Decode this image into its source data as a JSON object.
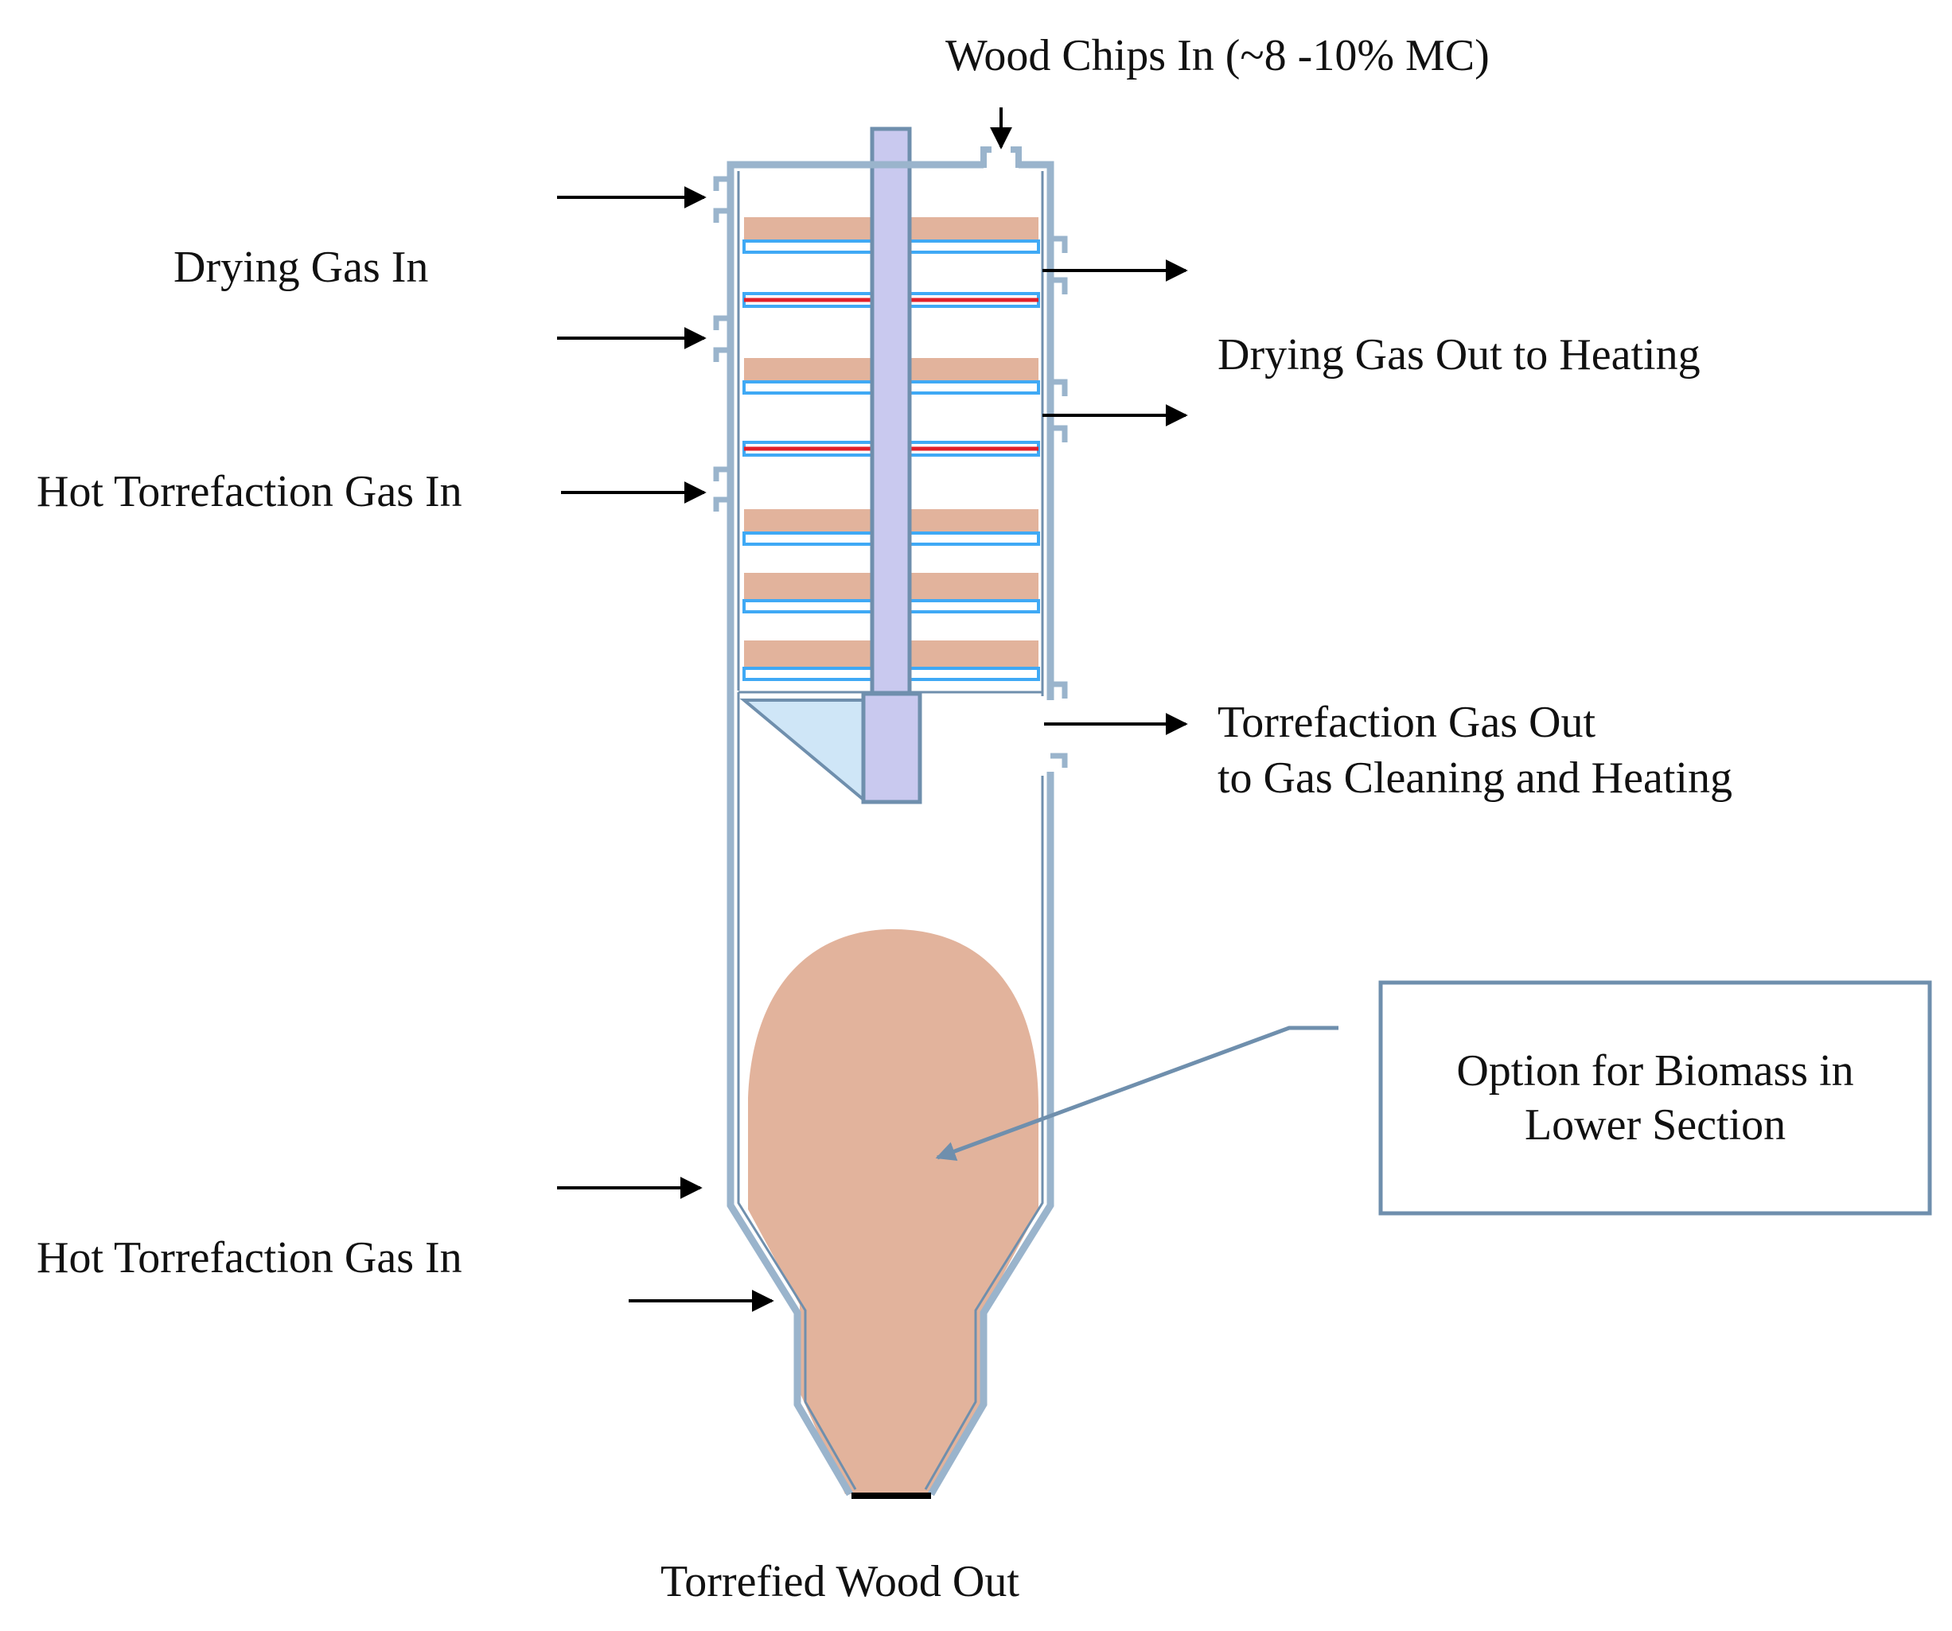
{
  "labels": {
    "wood_chips_in": "Wood Chips In (~8 -10% MC)",
    "drying_gas_in": "Drying Gas In",
    "drying_gas_out": "Drying Gas Out to Heating",
    "hot_torrefaction_gas_in_upper": "Hot Torrefaction Gas In",
    "torrefaction_gas_out_line1": "Torrefaction Gas Out",
    "torrefaction_gas_out_line2": "to Gas Cleaning and Heating",
    "hot_torrefaction_gas_in_lower": "Hot Torrefaction Gas In",
    "torrefied_wood_out": "Torrefied Wood Out",
    "option_line1": "Option for Biomass in",
    "option_line2": "Lower Section"
  },
  "colors": {
    "vessel_wall": "#9ab4cc",
    "vessel_wall_dark": "#6f8fad",
    "biomass": "#e2b39c",
    "tray_blue": "#3fa9f5",
    "tray_red": "#e0202a",
    "shaft": "#c9c9ef",
    "cone": "#cfe6f7",
    "arrow": "#000000",
    "callout": "#6f8fad"
  }
}
